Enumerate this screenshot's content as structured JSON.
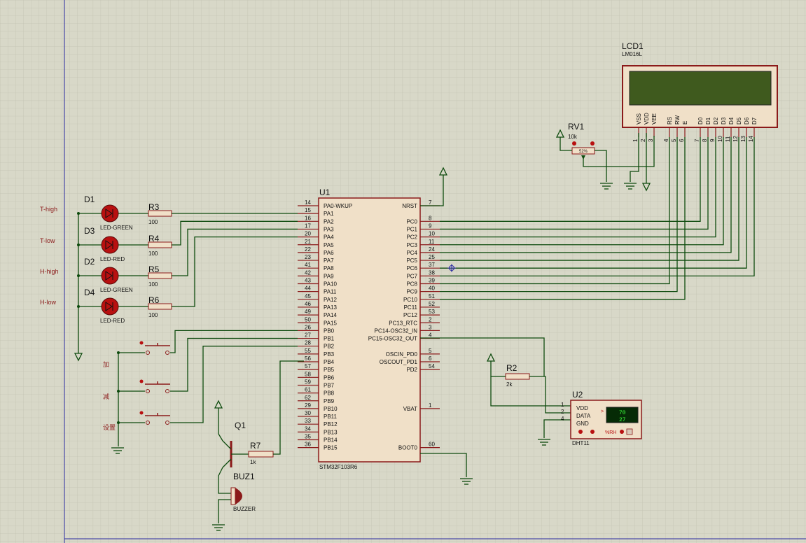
{
  "mcu": {
    "ref": "U1",
    "part": "STM32F103R6",
    "left_pins": [
      {
        "num": "14",
        "name": "PA0-WKUP"
      },
      {
        "num": "15",
        "name": "PA1"
      },
      {
        "num": "16",
        "name": "PA2"
      },
      {
        "num": "17",
        "name": "PA3"
      },
      {
        "num": "20",
        "name": "PA4"
      },
      {
        "num": "21",
        "name": "PA5"
      },
      {
        "num": "22",
        "name": "PA6"
      },
      {
        "num": "23",
        "name": "PA7"
      },
      {
        "num": "41",
        "name": "PA8"
      },
      {
        "num": "42",
        "name": "PA9"
      },
      {
        "num": "43",
        "name": "PA10"
      },
      {
        "num": "44",
        "name": "PA11"
      },
      {
        "num": "45",
        "name": "PA12"
      },
      {
        "num": "46",
        "name": "PA13"
      },
      {
        "num": "49",
        "name": "PA14"
      },
      {
        "num": "50",
        "name": "PA15"
      },
      {
        "num": "26",
        "name": "PB0"
      },
      {
        "num": "27",
        "name": "PB1"
      },
      {
        "num": "28",
        "name": "PB2"
      },
      {
        "num": "55",
        "name": "PB3"
      },
      {
        "num": "56",
        "name": "PB4"
      },
      {
        "num": "57",
        "name": "PB5"
      },
      {
        "num": "58",
        "name": "PB6"
      },
      {
        "num": "59",
        "name": "PB7"
      },
      {
        "num": "61",
        "name": "PB8"
      },
      {
        "num": "62",
        "name": "PB9"
      },
      {
        "num": "29",
        "name": "PB10"
      },
      {
        "num": "30",
        "name": "PB11"
      },
      {
        "num": "33",
        "name": "PB12"
      },
      {
        "num": "34",
        "name": "PB13"
      },
      {
        "num": "35",
        "name": "PB14"
      },
      {
        "num": "36",
        "name": "PB15"
      }
    ],
    "right_pins": [
      {
        "num": "7",
        "name": "NRST"
      },
      {
        "num": "",
        "name": ""
      },
      {
        "num": "8",
        "name": "PC0"
      },
      {
        "num": "9",
        "name": "PC1"
      },
      {
        "num": "10",
        "name": "PC2"
      },
      {
        "num": "11",
        "name": "PC3"
      },
      {
        "num": "24",
        "name": "PC4"
      },
      {
        "num": "25",
        "name": "PC5"
      },
      {
        "num": "37",
        "name": "PC6"
      },
      {
        "num": "38",
        "name": "PC7"
      },
      {
        "num": "39",
        "name": "PC8"
      },
      {
        "num": "40",
        "name": "PC9"
      },
      {
        "num": "51",
        "name": "PC10"
      },
      {
        "num": "52",
        "name": "PC11"
      },
      {
        "num": "53",
        "name": "PC12"
      },
      {
        "num": "2",
        "name": "PC13_RTC"
      },
      {
        "num": "3",
        "name": "PC14-OSC32_IN"
      },
      {
        "num": "4",
        "name": "PC15-OSC32_OUT"
      },
      {
        "num": "",
        "name": ""
      },
      {
        "num": "5",
        "name": "OSCIN_PD0"
      },
      {
        "num": "6",
        "name": "OSCOUT_PD1"
      },
      {
        "num": "54",
        "name": "PD2"
      },
      {
        "num": "",
        "name": ""
      },
      {
        "num": "",
        "name": ""
      },
      {
        "num": "",
        "name": ""
      },
      {
        "num": "",
        "name": ""
      },
      {
        "num": "1",
        "name": "VBAT"
      },
      {
        "num": "",
        "name": ""
      },
      {
        "num": "",
        "name": ""
      },
      {
        "num": "",
        "name": ""
      },
      {
        "num": "",
        "name": ""
      },
      {
        "num": "60",
        "name": "BOOT0"
      }
    ]
  },
  "lcd": {
    "ref": "LCD1",
    "part": "LM016L",
    "pins": [
      {
        "num": "1",
        "name": "VSS"
      },
      {
        "num": "2",
        "name": "VDD"
      },
      {
        "num": "3",
        "name": "VEE"
      },
      {
        "num": "4",
        "name": "RS"
      },
      {
        "num": "5",
        "name": "RW"
      },
      {
        "num": "6",
        "name": "E"
      },
      {
        "num": "7",
        "name": "D0"
      },
      {
        "num": "8",
        "name": "D1"
      },
      {
        "num": "9",
        "name": "D2"
      },
      {
        "num": "10",
        "name": "D3"
      },
      {
        "num": "11",
        "name": "D4"
      },
      {
        "num": "12",
        "name": "D5"
      },
      {
        "num": "13",
        "name": "D6"
      },
      {
        "num": "14",
        "name": "D7"
      }
    ]
  },
  "rv1": {
    "ref": "RV1",
    "value": "10k",
    "wiper": "52%"
  },
  "leds": [
    {
      "ref": "D1",
      "part": "LED-GREEN",
      "res": "R3",
      "val": "100",
      "net": "T-high"
    },
    {
      "ref": "D3",
      "part": "LED-RED",
      "res": "R4",
      "val": "100",
      "net": "T-low"
    },
    {
      "ref": "D2",
      "part": "LED-GREEN",
      "res": "R5",
      "val": "100",
      "net": "H-high"
    },
    {
      "ref": "D4",
      "part": "LED-RED",
      "res": "R6",
      "val": "100",
      "net": "H-low"
    }
  ],
  "buttons": [
    "加",
    "减",
    "设置"
  ],
  "transistor": {
    "ref": "Q1"
  },
  "r7": {
    "ref": "R7",
    "value": "1k"
  },
  "buzzer": {
    "ref": "BUZ1",
    "part": "BUZZER"
  },
  "r2": {
    "ref": "R2",
    "value": "2k"
  },
  "dht": {
    "ref": "U2",
    "part": "DHT11",
    "pins": [
      {
        "num": "1",
        "name": "VDD"
      },
      {
        "num": "2",
        "name": "DATA"
      },
      {
        "num": "4",
        "name": "GND"
      }
    ],
    "reading1": "70",
    "reading2": "27",
    "unit": "%RH"
  },
  "colors": {
    "background": "#d8d8c8",
    "grid": "#c3c3b3",
    "wire": "#0d4a0d",
    "body_fill": "#f0e0c8",
    "body_stroke": "#8b1a1a",
    "lcd_screen": "#3f5a1e",
    "led_red": "#b81010"
  }
}
